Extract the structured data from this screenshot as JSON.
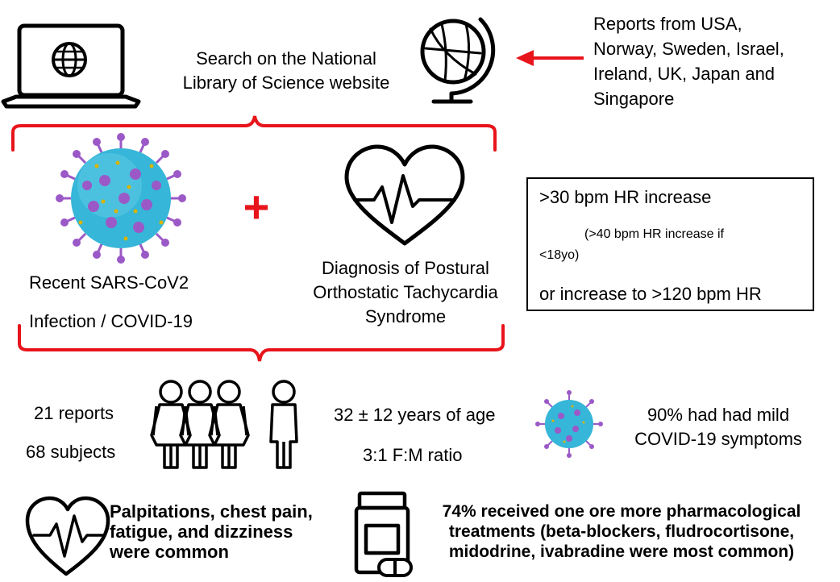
{
  "search": {
    "line1": "Search on the National",
    "line2": "Library of Science website"
  },
  "reports_from": {
    "line1": "Reports from USA,",
    "line2": "Norway, Sweden, Israel,",
    "line3": "Ireland, UK, Japan and",
    "line4": "Singapore"
  },
  "infection": {
    "line1": "Recent SARS-CoV2",
    "line2": "Infection / COVID-19"
  },
  "plus_symbol": "+",
  "diagnosis": {
    "line1": "Diagnosis of Postural",
    "line2": "Orthostatic Tachycardia",
    "line3": "Syndrome"
  },
  "criteria": {
    "line1": ">30 bpm HR increase",
    "line2a": "(>40 bpm HR increase if",
    "line2b": "<18yo)",
    "line3": "or increase to >120 bpm HR"
  },
  "stats": {
    "reports": "21 reports",
    "subjects": "68 subjects",
    "age": "32 ± 12 years of age",
    "ratio": "3:1 F:M ratio",
    "mild_line1": "90% had had mild",
    "mild_line2": "COVID-19 symptoms"
  },
  "symptoms": {
    "line1": "Palpitations, chest pain,",
    "line2": "fatigue, and dizziness",
    "line3": "were common"
  },
  "treatments": {
    "line1": "74% received one ore more pharmacological",
    "line2": "treatments (beta-blockers, fludrocortisone,",
    "line3": "midodrine, ivabradine were most common)"
  },
  "colors": {
    "accent_red": "#e8141b",
    "virus_body": "#36b6d8",
    "virus_spike": "#9b59c7",
    "virus_dot": "#d9b400",
    "outline": "#000000"
  },
  "icons": [
    "laptop-globe-icon",
    "globe-icon",
    "virus-icon",
    "heart-pulse-icon",
    "people-icon",
    "medicine-bottle-icon",
    "pill-icon"
  ]
}
